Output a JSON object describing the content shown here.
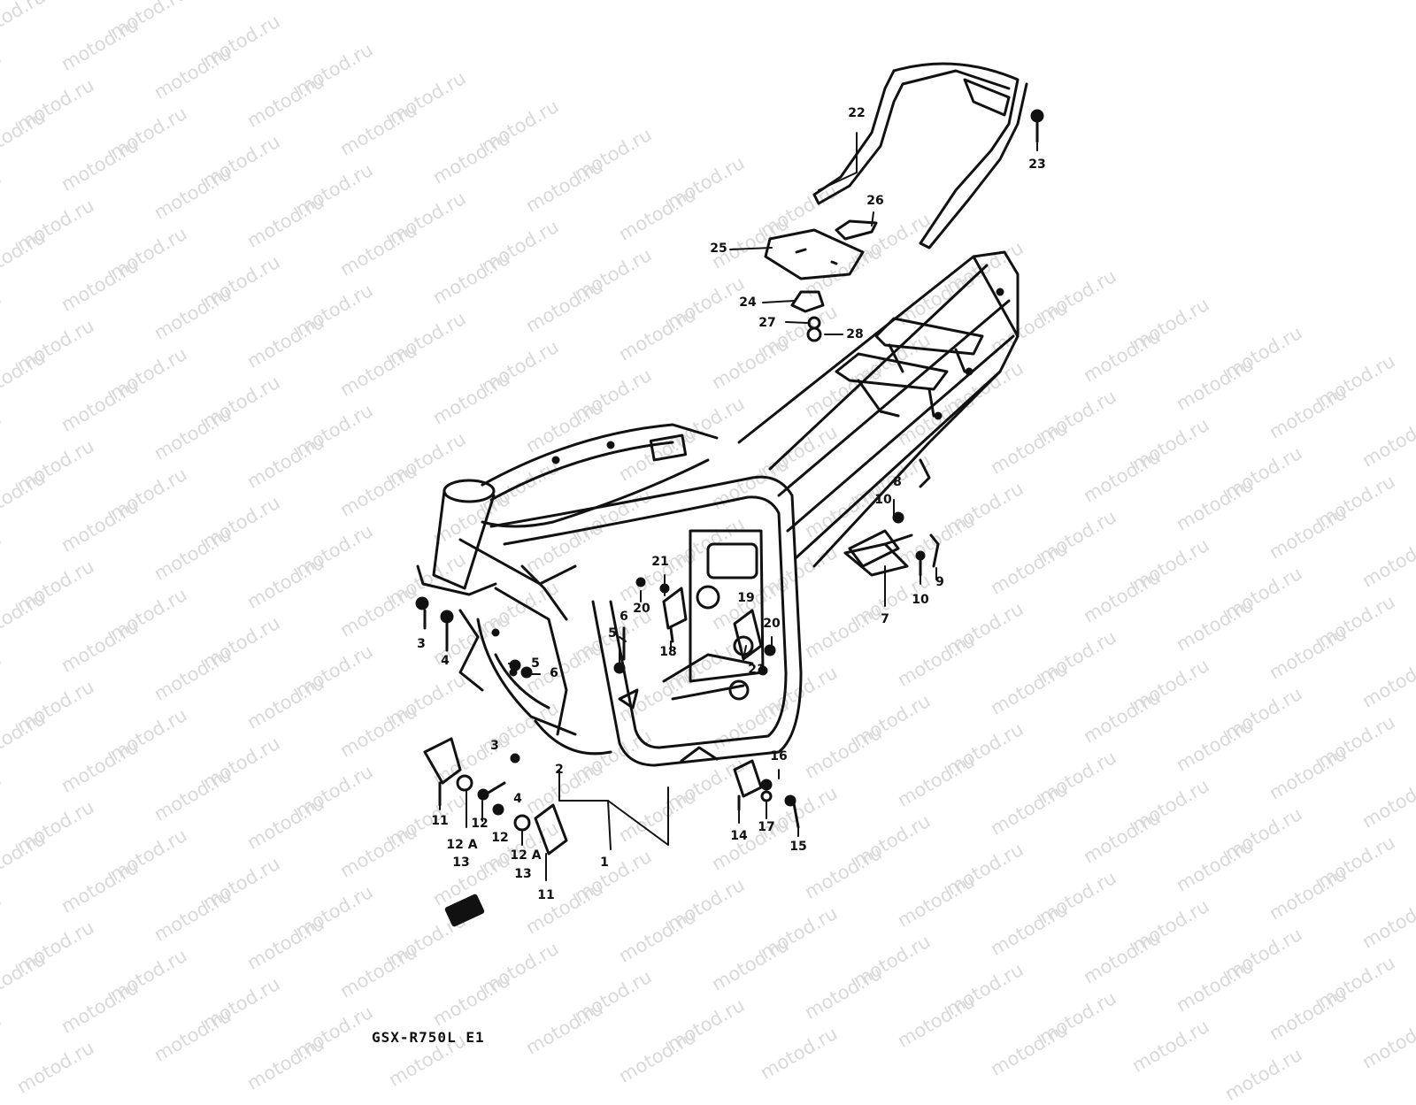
{
  "watermark": {
    "text": "motod.ru"
  },
  "footer": {
    "model_code": "GSX-R750L  E1"
  },
  "callouts": {
    "p1": "1",
    "p2": "2",
    "p3a": "3",
    "p3b": "3",
    "p4a": "4",
    "p4b": "4",
    "p5a": "5",
    "p5b": "5",
    "p6a": "6",
    "p6b": "6",
    "p6c": "6",
    "p7": "7",
    "p8": "8",
    "p9": "9",
    "p10a": "10",
    "p10b": "10",
    "p11a": "11",
    "p11b": "11",
    "p12a": "12",
    "p12b": "12",
    "p12Aa": "12 A",
    "p12Ab": "12 A",
    "p13a": "13",
    "p13b": "13",
    "p14": "14",
    "p15": "15",
    "p16": "16",
    "p17": "17",
    "p18": "18",
    "p19": "19",
    "p20a": "20",
    "p20b": "20",
    "p21a": "21",
    "p21b": "21",
    "p22": "22",
    "p23": "23",
    "p24": "24",
    "p25": "25",
    "p26": "26",
    "p27": "27",
    "p28": "28"
  }
}
